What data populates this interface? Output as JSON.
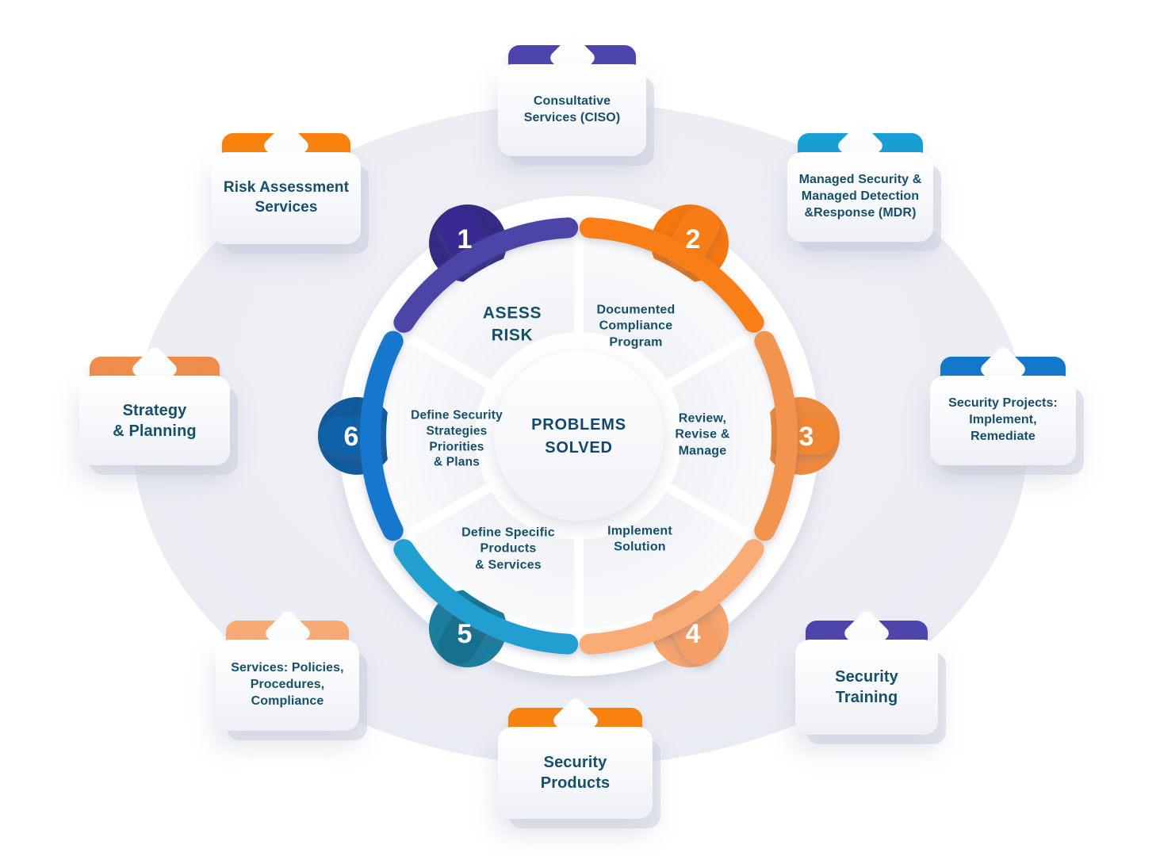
{
  "center": {
    "label": "PROBLEMS\nSOLVED"
  },
  "wheel": {
    "segments": [
      {
        "number": "1",
        "label": "ASESS\nRISK",
        "arc_color": "#4C44A8",
        "badge_color": "#372C90",
        "blob_color": "#332B84"
      },
      {
        "number": "2",
        "label": "Documented\nCompliance\nProgram",
        "arc_color": "#FA7E14",
        "badge_color": "#F87D12",
        "blob_color": "#F5770D"
      },
      {
        "number": "3",
        "label": "Review,\nRevise &\nManage",
        "arc_color": "#F2944E",
        "badge_color": "#F08633",
        "blob_color": "#EE8A3E"
      },
      {
        "number": "4",
        "label": "Implement\nSolution",
        "arc_color": "#F9AC74",
        "badge_color": "#F59F66",
        "blob_color": "#F6A56D"
      },
      {
        "number": "5",
        "label": "Define Specific\nProducts\n& Services",
        "arc_color": "#219FD1",
        "badge_color": "#17718F",
        "blob_color": "#1A7E9E"
      },
      {
        "number": "6",
        "label": "Define Security\nStrategies\nPriorities\n& Plans",
        "arc_color": "#1377CE",
        "badge_color": "#0E62A8",
        "blob_color": "#0F5B9B"
      }
    ]
  },
  "cards": [
    {
      "id": "consultative-services",
      "label": "Consultative\nServices (CISO)",
      "tab_color": "#4D44AC"
    },
    {
      "id": "managed-security-mdr",
      "label": "Managed Security &\nManaged Detection\n&Response (MDR)",
      "tab_color": "#189FD3"
    },
    {
      "id": "security-projects",
      "label": "Security Projects:\nImplement,\nRemediate",
      "tab_color": "#1478CA"
    },
    {
      "id": "security-training",
      "label": "Security\nTraining",
      "tab_color": "#4D44AC"
    },
    {
      "id": "security-products",
      "label": "Security\nProducts",
      "tab_color": "#F8820D"
    },
    {
      "id": "services-policies",
      "label": "Services: Policies,\nProcedures,\nCompliance",
      "tab_color": "#F9AB74"
    },
    {
      "id": "strategy-planning",
      "label": "Strategy\n& Planning",
      "tab_color": "#F08D4B"
    },
    {
      "id": "risk-assessment",
      "label": "Risk Assessment\nServices",
      "tab_color": "#F8820D"
    }
  ],
  "colors": {
    "text": "#14506C",
    "ellipse_bg": "#EDEFF5"
  }
}
